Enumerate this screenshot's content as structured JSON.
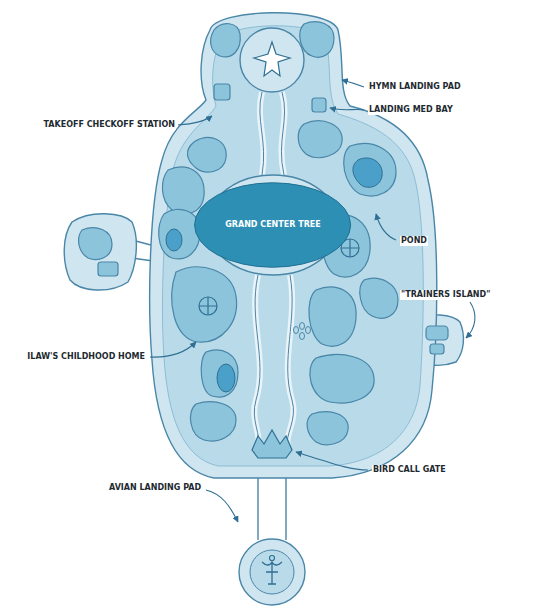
{
  "diagram": {
    "nodes": [
      {
        "text": [
          "GRAND CENTER TREE"
        ]
      }
    ],
    "labels": [
      "TAKEOFF CHECKOFF STATION",
      "HYMN LANDING PAD",
      "LANDING MED BAY",
      "POND",
      "\"TRAINERS ISLAND\"",
      "ILAW'S CHILDHOOD HOME",
      "BIRD CALL GATE",
      "AVIAN LANDING PAD"
    ]
  }
}
